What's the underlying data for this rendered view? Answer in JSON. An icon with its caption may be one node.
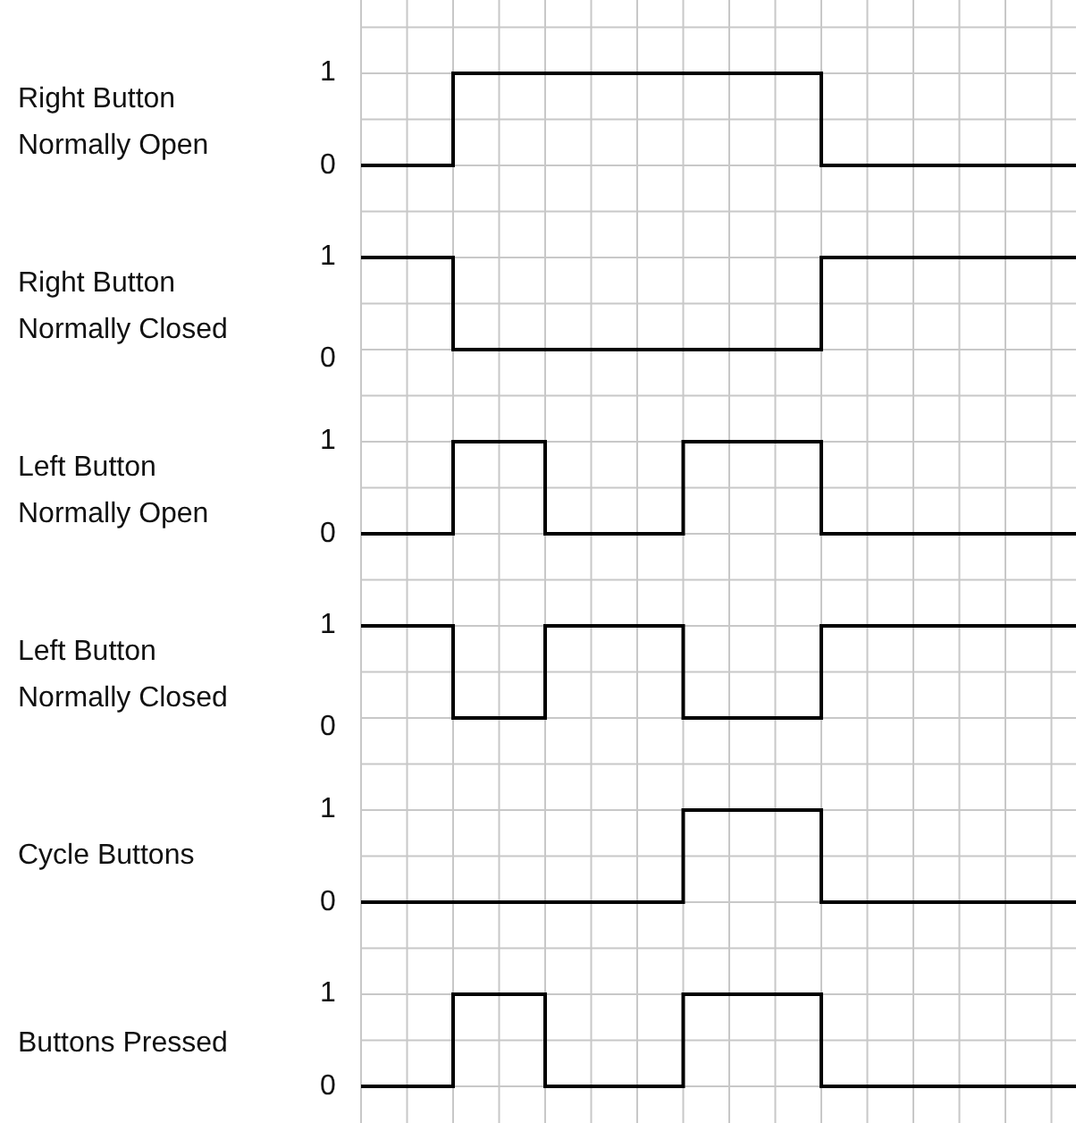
{
  "diagram": {
    "labels": [
      "Right Button Normally Open",
      "1",
      "0",
      "Right Button Normally Closed",
      "1",
      "0",
      "Left Button Normally Open",
      "1",
      "0",
      "Left Button Normally Closed",
      "1",
      "0",
      "Cycle Buttons",
      "1",
      "0",
      "Buttons Pressed",
      "1",
      "0"
    ]
  }
}
